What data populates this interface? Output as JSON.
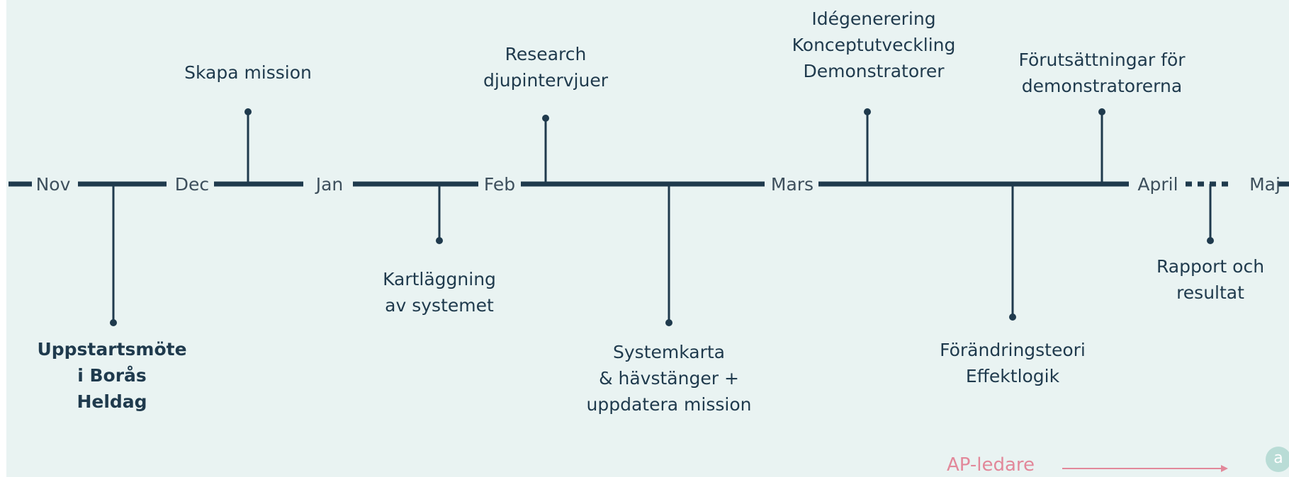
{
  "months": [
    "Nov",
    "Dec",
    "Jan",
    "Feb",
    "Mars",
    "April",
    "Maj"
  ],
  "milestones": [
    {
      "id": "uppstart",
      "lines": [
        "Uppstartsmöte",
        "i Borås",
        "Heldag"
      ],
      "bold": true
    },
    {
      "id": "skapa-mission",
      "lines": [
        "Skapa mission"
      ]
    },
    {
      "id": "kartlaggning",
      "lines": [
        "Kartläggning",
        "av systemet"
      ]
    },
    {
      "id": "research",
      "lines": [
        "Research",
        "djupintervjuer"
      ]
    },
    {
      "id": "systemkarta",
      "lines": [
        "Systemkarta",
        "& hävstänger +",
        "uppdatera mission"
      ]
    },
    {
      "id": "idegenerering",
      "lines": [
        "Idégenerering",
        "Konceptutveckling",
        "Demonstratorer"
      ]
    },
    {
      "id": "forandringsteori",
      "lines": [
        "Förändringsteori",
        "Effektlogik"
      ]
    },
    {
      "id": "forutsattningar",
      "lines": [
        "Förutsättningar för",
        "demonstratorerna"
      ]
    },
    {
      "id": "rapport",
      "lines": [
        "Rapport och",
        "resultat"
      ]
    }
  ],
  "footer": {
    "ap_label": "AP-ledare",
    "logo_glyph": "a"
  },
  "colors": {
    "line": "#1f3a4d",
    "background": "#e9f3f2",
    "accent": "#e2889a"
  }
}
